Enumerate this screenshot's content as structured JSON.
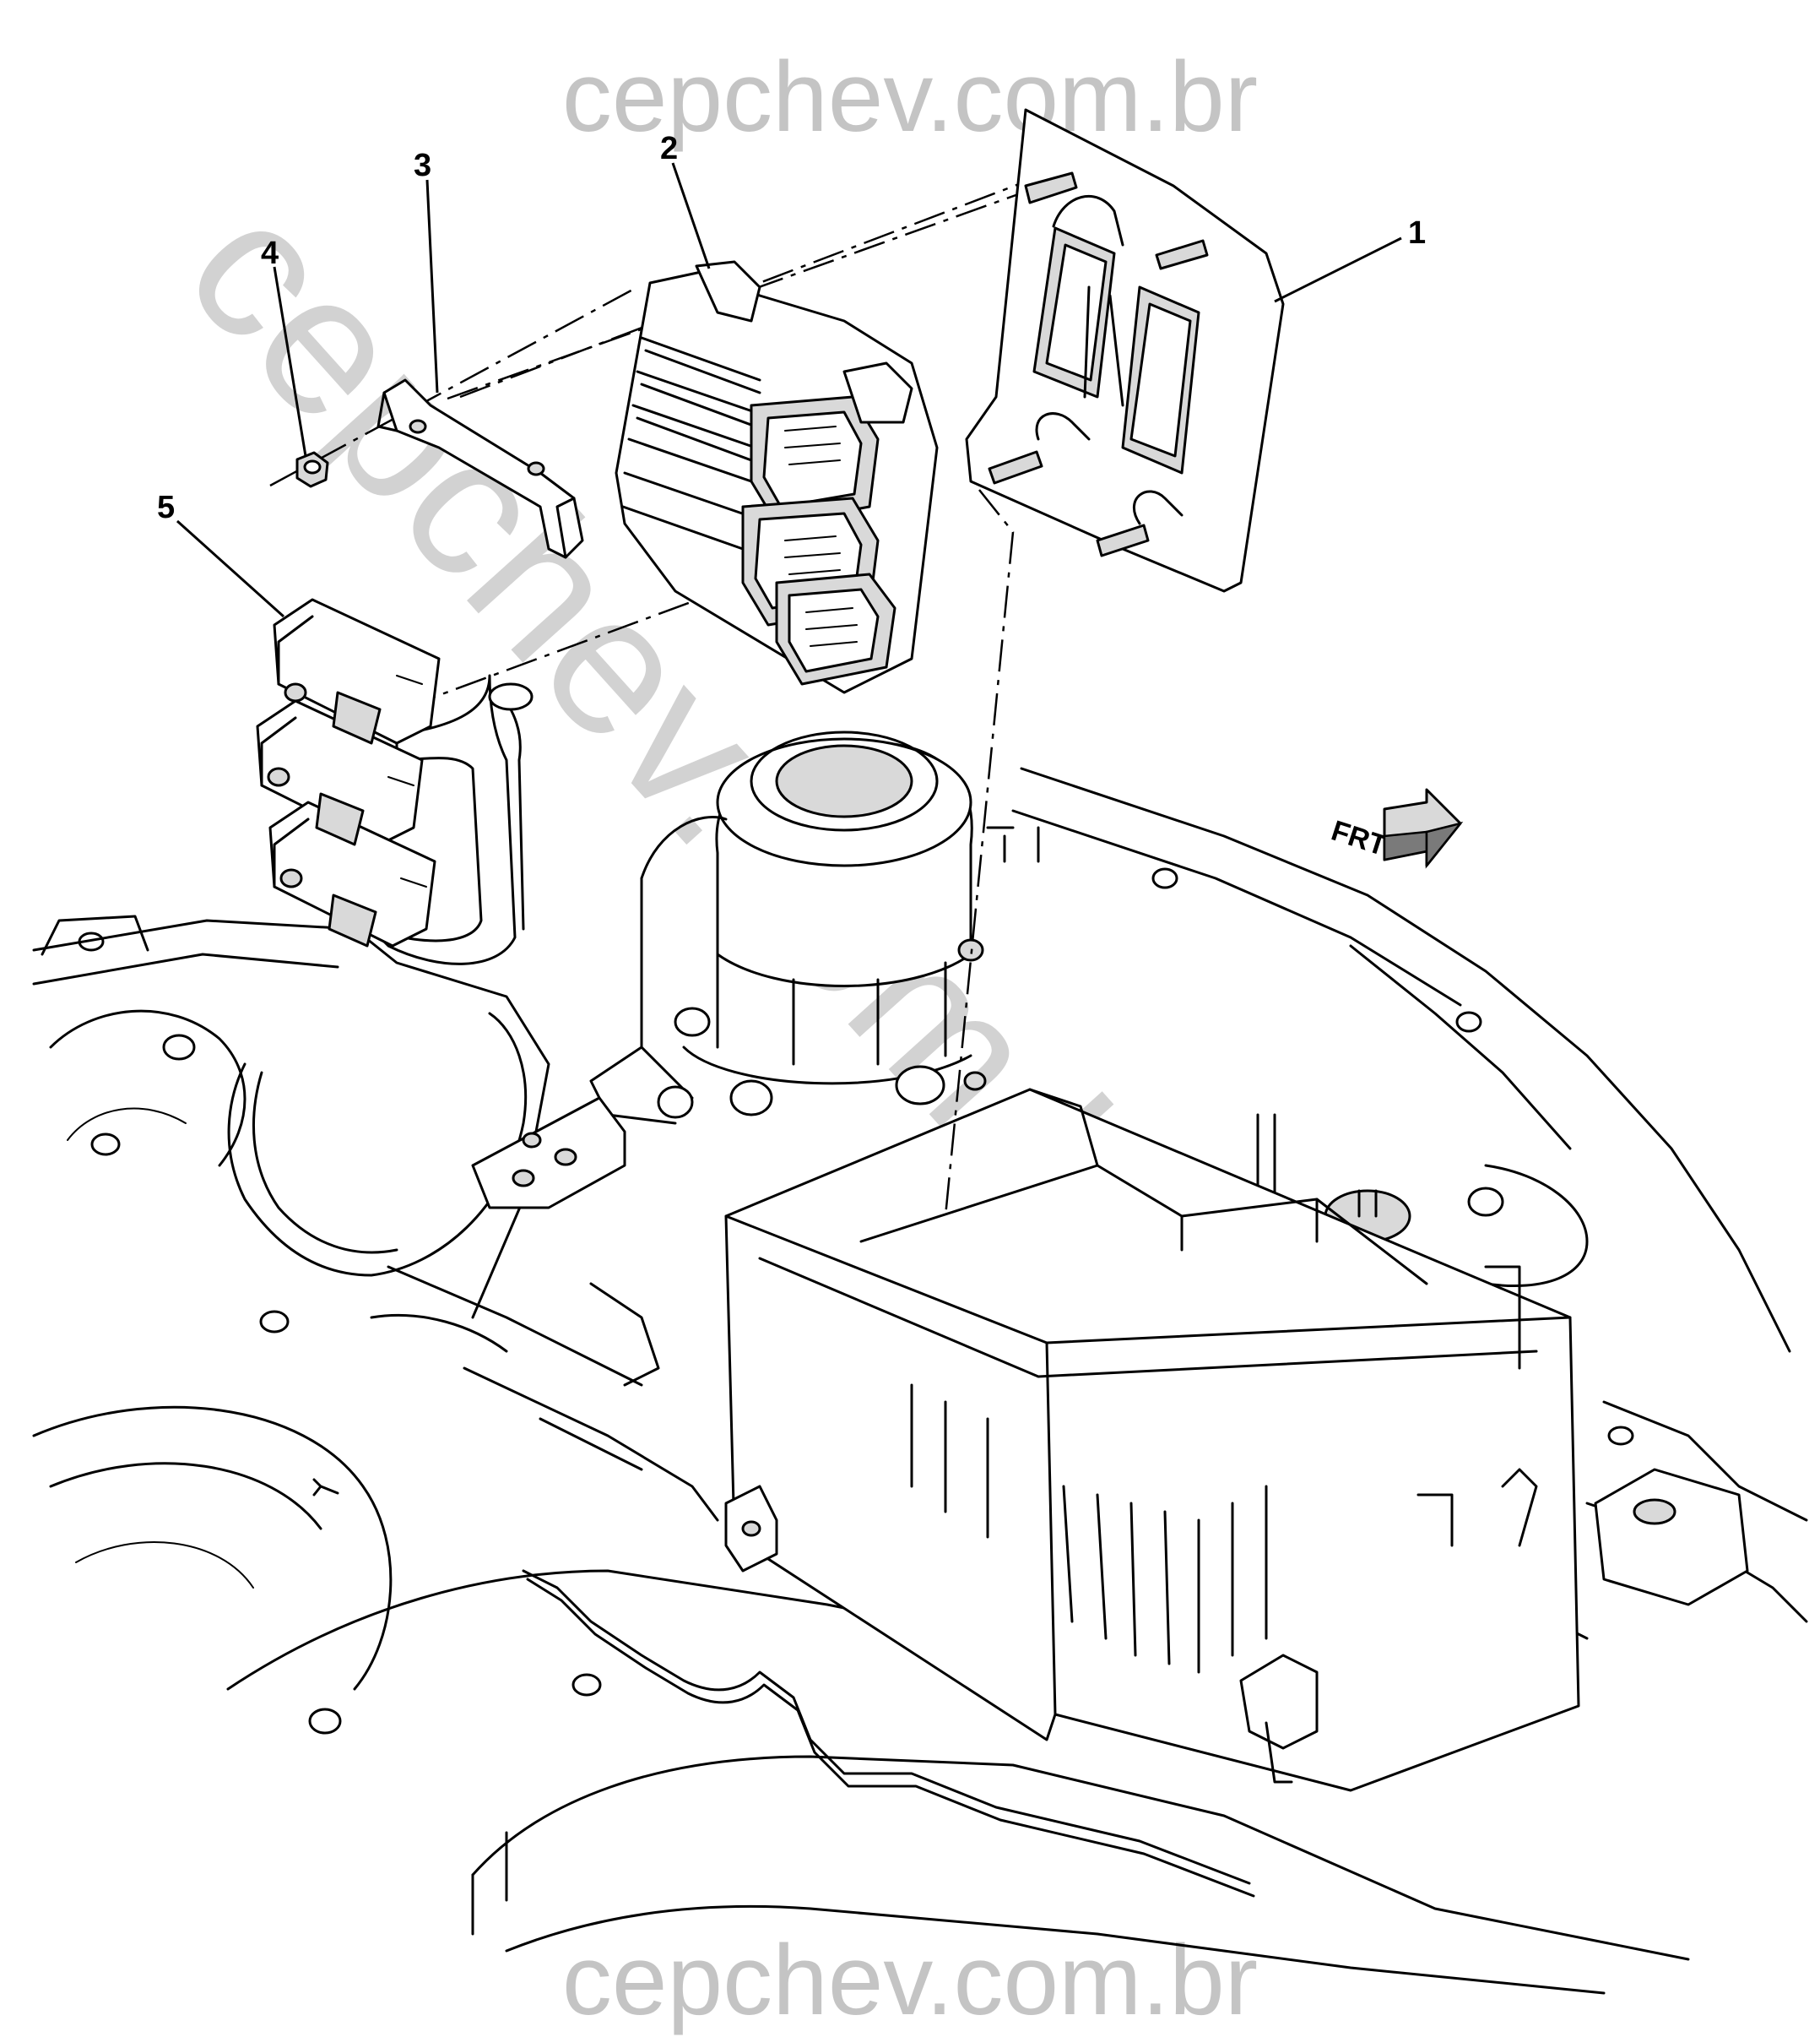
{
  "watermark": {
    "top": "cepchev.com.br",
    "bottom": "cepchev.com.br",
    "diagonal": "cepchev.com.br"
  },
  "callouts": [
    "1",
    "2",
    "3",
    "4",
    "5"
  ],
  "direction_indicator": {
    "label": "FRT",
    "icon": "arrow-right-icon"
  },
  "colors": {
    "line_art": "#000000",
    "watermark": "#9c9c9c",
    "background": "#ffffff"
  }
}
